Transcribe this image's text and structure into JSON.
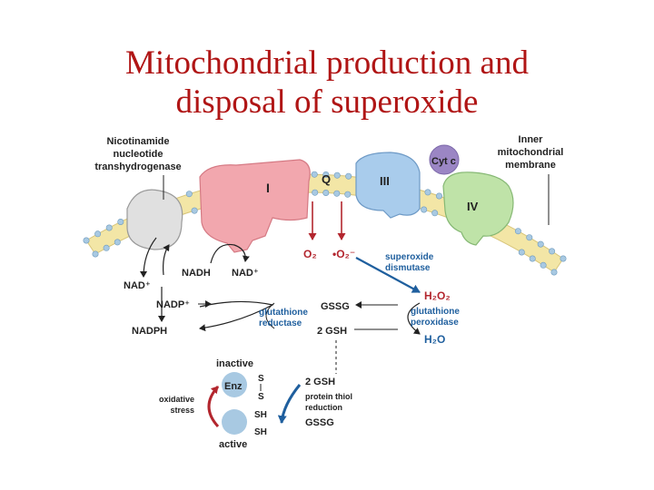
{
  "title": {
    "line1": "Mitochondrial production and",
    "line2": "disposal of superoxide"
  },
  "labels": {
    "nnt_1": "Nicotinamide",
    "nnt_2": "nucleotide",
    "nnt_3": "transhydrogenase",
    "inner_1": "Inner",
    "inner_2": "mitochondrial",
    "inner_3": "membrane",
    "cyt_c": "Cyt c",
    "q": "Q",
    "complex_1": "I",
    "complex_3": "III",
    "complex_4": "IV",
    "o2": "O₂",
    "superoxide": "•O₂⁻",
    "sod_1": "superoxide",
    "sod_2": "dismutase",
    "nad_left": "NAD⁺",
    "nadh": "NADH",
    "nad_right": "NAD⁺",
    "nadp": "NADP⁺",
    "nadph": "NADPH",
    "gssg_top": "GSSG",
    "gsh_mid": "2 GSH",
    "gr_1": "glutathione",
    "gr_2": "reductase",
    "h2o2": "H₂O₂",
    "gpx_1": "glutathione",
    "gpx_2": "peroxidase",
    "h2o": "H₂O",
    "inactive": "inactive",
    "enz": "Enz",
    "s_top": "S",
    "s_bot": "S",
    "sh_top": "SH",
    "sh_bot": "SH",
    "active": "active",
    "ox_1": "oxidative",
    "ox_2": "stress",
    "gsh_low": "2 GSH",
    "ptr_1": "protein thiol",
    "ptr_2": "reduction",
    "gssg_low": "GSSG"
  },
  "colors": {
    "title": "#b01515",
    "complex_i": "#f2a7ae",
    "complex_iii": "#a9ccec",
    "complex_iv": "#bfe3a8",
    "cyt_c": "#9b86c4",
    "transhydrogenase": "#e0e0e0",
    "membrane": "#f3e6a6",
    "heads": "#a8c9e2",
    "red_arrow": "#b3262e",
    "blue_arrow": "#1f5f9e"
  }
}
